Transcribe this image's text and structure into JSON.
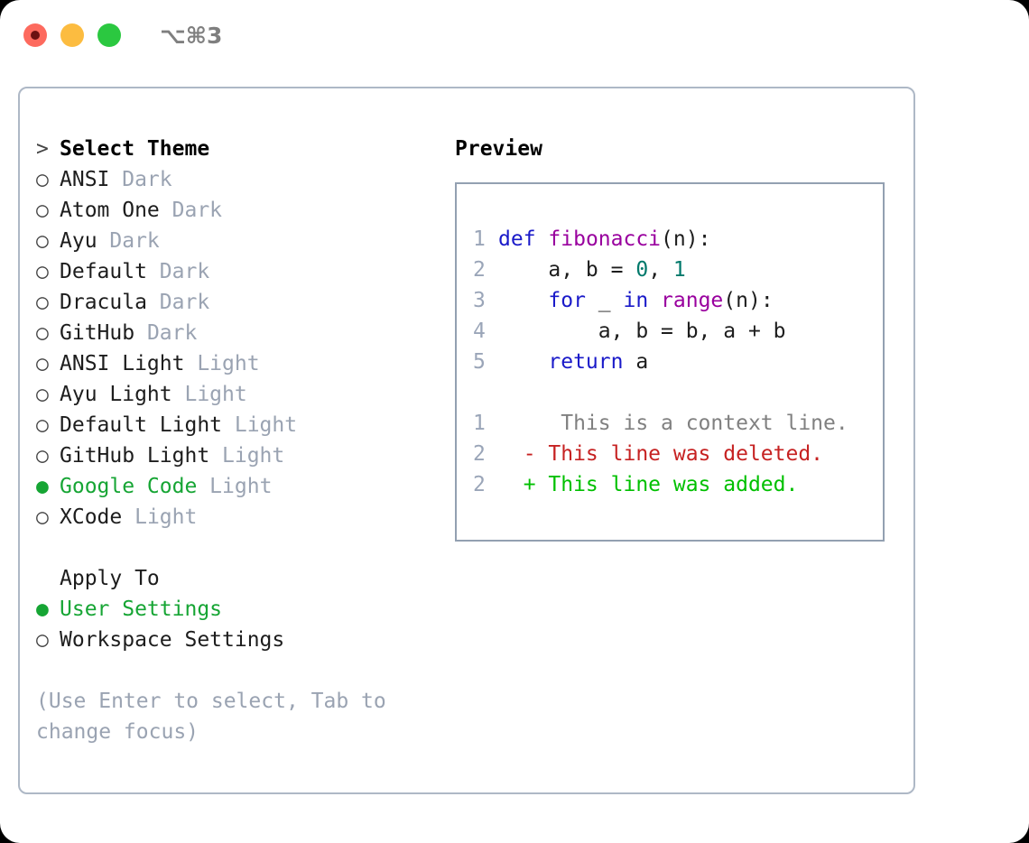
{
  "window": {
    "shortcut": "⌥⌘3",
    "traffic_lights": [
      {
        "name": "close",
        "color": "#fd6a5e"
      },
      {
        "name": "minimize",
        "color": "#fcbc40"
      },
      {
        "name": "maximize",
        "color": "#2bc840"
      }
    ]
  },
  "theme_picker": {
    "prompt_marker": ">",
    "title": "Select Theme",
    "bullet_unselected": "○",
    "bullet_selected": "●",
    "accent_color": "#16a534",
    "items": [
      {
        "name": "ANSI",
        "variant": "Dark",
        "selected": false
      },
      {
        "name": "Atom One",
        "variant": "Dark",
        "selected": false
      },
      {
        "name": "Ayu",
        "variant": "Dark",
        "selected": false
      },
      {
        "name": "Default",
        "variant": "Dark",
        "selected": false
      },
      {
        "name": "Dracula",
        "variant": "Dark",
        "selected": false
      },
      {
        "name": "GitHub",
        "variant": "Dark",
        "selected": false
      },
      {
        "name": "ANSI Light",
        "variant": "Light",
        "selected": false
      },
      {
        "name": "Ayu Light",
        "variant": "Light",
        "selected": false
      },
      {
        "name": "Default Light",
        "variant": "Light",
        "selected": false
      },
      {
        "name": "GitHub Light",
        "variant": "Light",
        "selected": false
      },
      {
        "name": "Google Code",
        "variant": "Light",
        "selected": true
      },
      {
        "name": "XCode",
        "variant": "Light",
        "selected": false
      }
    ]
  },
  "apply_to": {
    "title": "Apply To",
    "options": [
      {
        "label": "User Settings",
        "selected": true
      },
      {
        "label": "Workspace Settings",
        "selected": false
      }
    ]
  },
  "hint": {
    "line1": "(Use Enter to select, Tab to",
    "line2": "change focus)"
  },
  "preview": {
    "title": "Preview",
    "code_lines": [
      {
        "number": "1",
        "tokens": [
          {
            "t": "def",
            "c": "kw"
          },
          {
            "t": " ",
            "c": "plain"
          },
          {
            "t": "fibonacci",
            "c": "fn"
          },
          {
            "t": "(n):",
            "c": "plain"
          }
        ]
      },
      {
        "number": "2",
        "tokens": [
          {
            "t": "    a, b = ",
            "c": "plain"
          },
          {
            "t": "0",
            "c": "num"
          },
          {
            "t": ", ",
            "c": "plain"
          },
          {
            "t": "1",
            "c": "num"
          }
        ]
      },
      {
        "number": "3",
        "tokens": [
          {
            "t": "    ",
            "c": "plain"
          },
          {
            "t": "for",
            "c": "kw"
          },
          {
            "t": " _ ",
            "c": "plain"
          },
          {
            "t": "in",
            "c": "kw"
          },
          {
            "t": " ",
            "c": "plain"
          },
          {
            "t": "range",
            "c": "fn"
          },
          {
            "t": "(n):",
            "c": "plain"
          }
        ]
      },
      {
        "number": "4",
        "tokens": [
          {
            "t": "        a, b = b, a + b",
            "c": "plain"
          }
        ]
      },
      {
        "number": "5",
        "tokens": [
          {
            "t": "    ",
            "c": "plain"
          },
          {
            "t": "return",
            "c": "kw"
          },
          {
            "t": " a",
            "c": "plain"
          }
        ]
      }
    ],
    "diff_lines": [
      {
        "number": "1",
        "marker": " ",
        "text": "  This is a context line.",
        "kind": "ctx"
      },
      {
        "number": "2",
        "marker": "-",
        "text": " This line was deleted.",
        "kind": "del"
      },
      {
        "number": "2",
        "marker": "+",
        "text": " This line was added.",
        "kind": "add"
      }
    ],
    "colors": {
      "keyword": "#1a1ac9",
      "function": "#99009e",
      "number": "#00796b",
      "text": "#1d1d1d",
      "line_number": "#9aa5b8",
      "context": "#808080",
      "deleted": "#c62222",
      "added": "#00c000"
    }
  }
}
